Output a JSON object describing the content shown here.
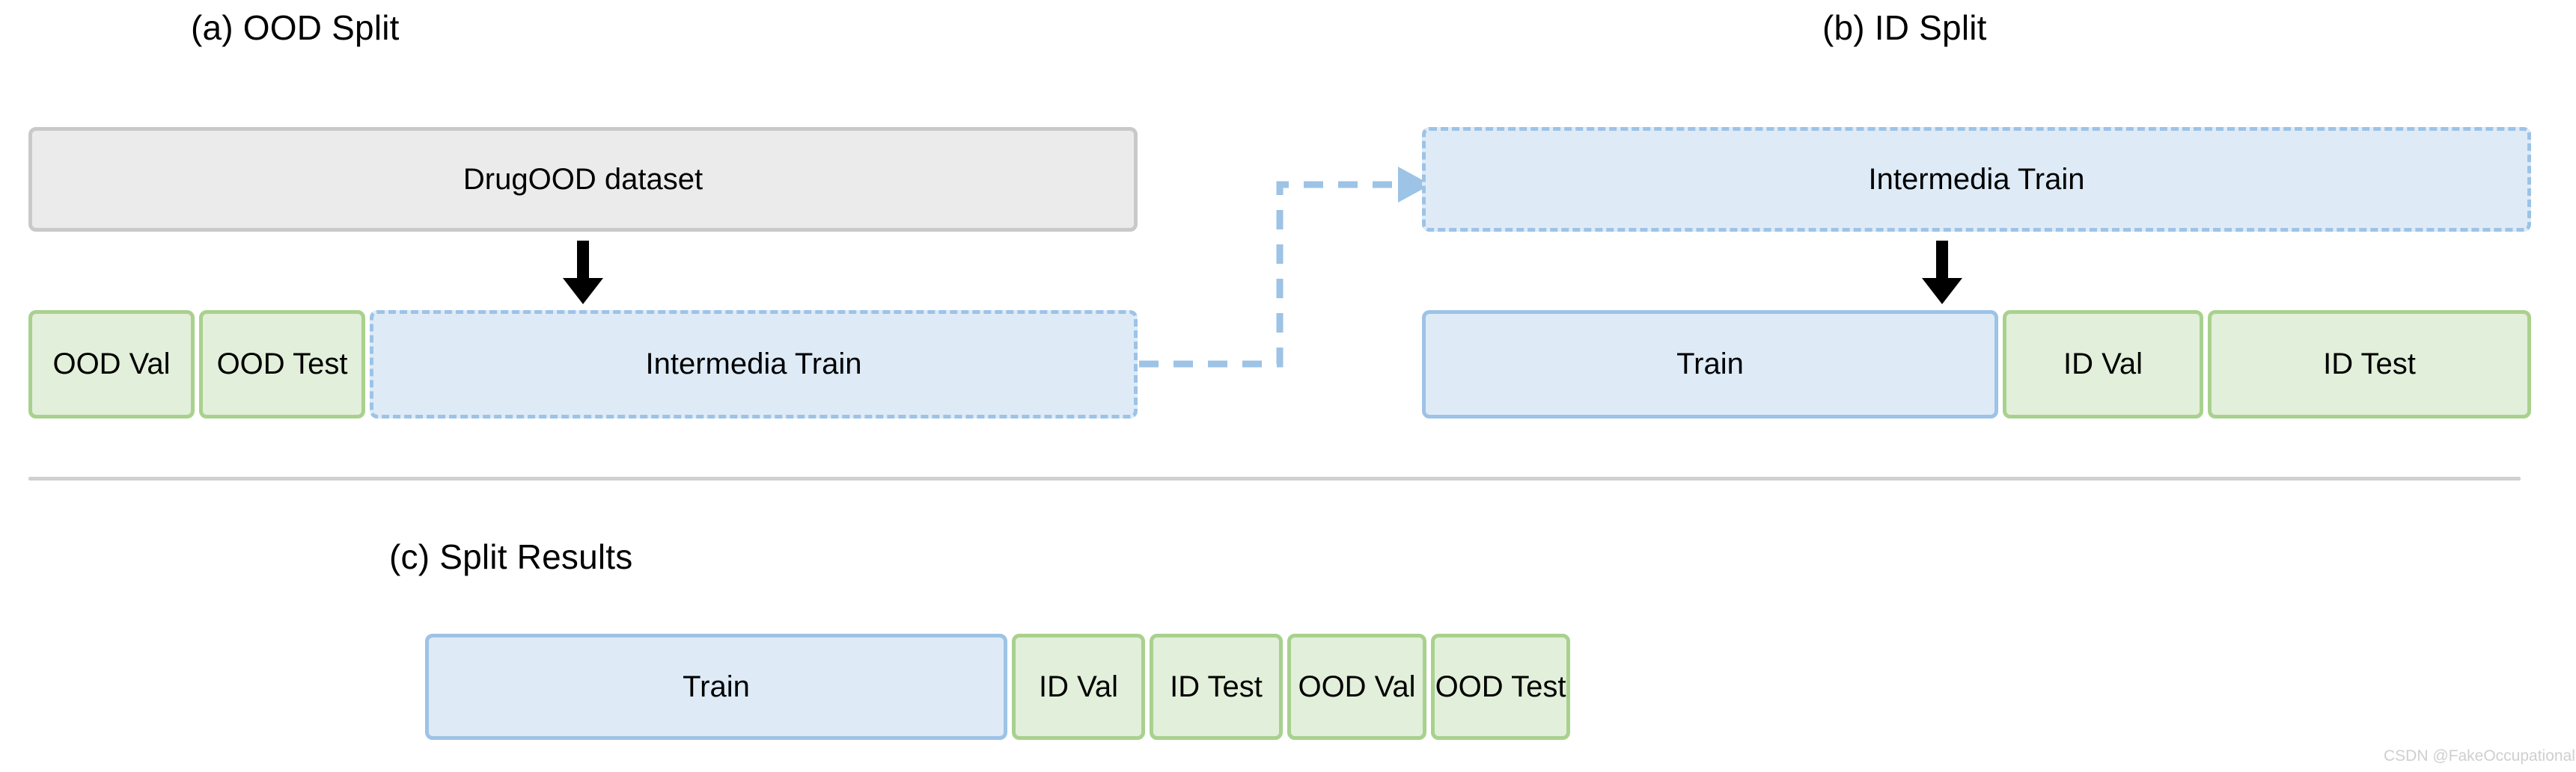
{
  "figure": {
    "watermark": "CSDN @FakeOccupational"
  },
  "panel_a": {
    "title": "(a) OOD Split",
    "source_box": {
      "label": "DrugOOD dataset"
    },
    "split_row": [
      {
        "label": "OOD Val",
        "style": "green"
      },
      {
        "label": "OOD Test",
        "style": "green"
      },
      {
        "label": "Intermedia Train",
        "style": "blue-dashed"
      }
    ],
    "arrow_icon": "arrow-down-icon"
  },
  "panel_b": {
    "title": "(b) ID Split",
    "source_box": {
      "label": "Intermedia Train",
      "style": "blue-dashed"
    },
    "split_row": [
      {
        "label": "Train",
        "style": "blue-solid"
      },
      {
        "label": "ID Val",
        "style": "green"
      },
      {
        "label": "ID Test",
        "style": "green"
      }
    ],
    "arrow_icon": "arrow-down-icon"
  },
  "panel_c": {
    "title": "(c) Split Results",
    "result_row": [
      {
        "label": "Train",
        "style": "blue-solid"
      },
      {
        "label": "ID Val",
        "style": "green"
      },
      {
        "label": "ID Test",
        "style": "green"
      },
      {
        "label": "OOD Val",
        "style": "green"
      },
      {
        "label": "OOD Test",
        "style": "green"
      }
    ]
  },
  "connector": {
    "name": "intermedia-train-flow-connector",
    "style": "dashed-elbow-arrow",
    "color": "#9dc3e6"
  },
  "colors": {
    "green_fill": "#e2efda",
    "green_border": "#a9d18e",
    "blue_fill": "#deebf7",
    "blue_border": "#9dc3e6",
    "gray_fill": "#ebebeb",
    "gray_border": "#c9c9c9",
    "divider": "#d0d0d0",
    "arrow": "#000000"
  }
}
